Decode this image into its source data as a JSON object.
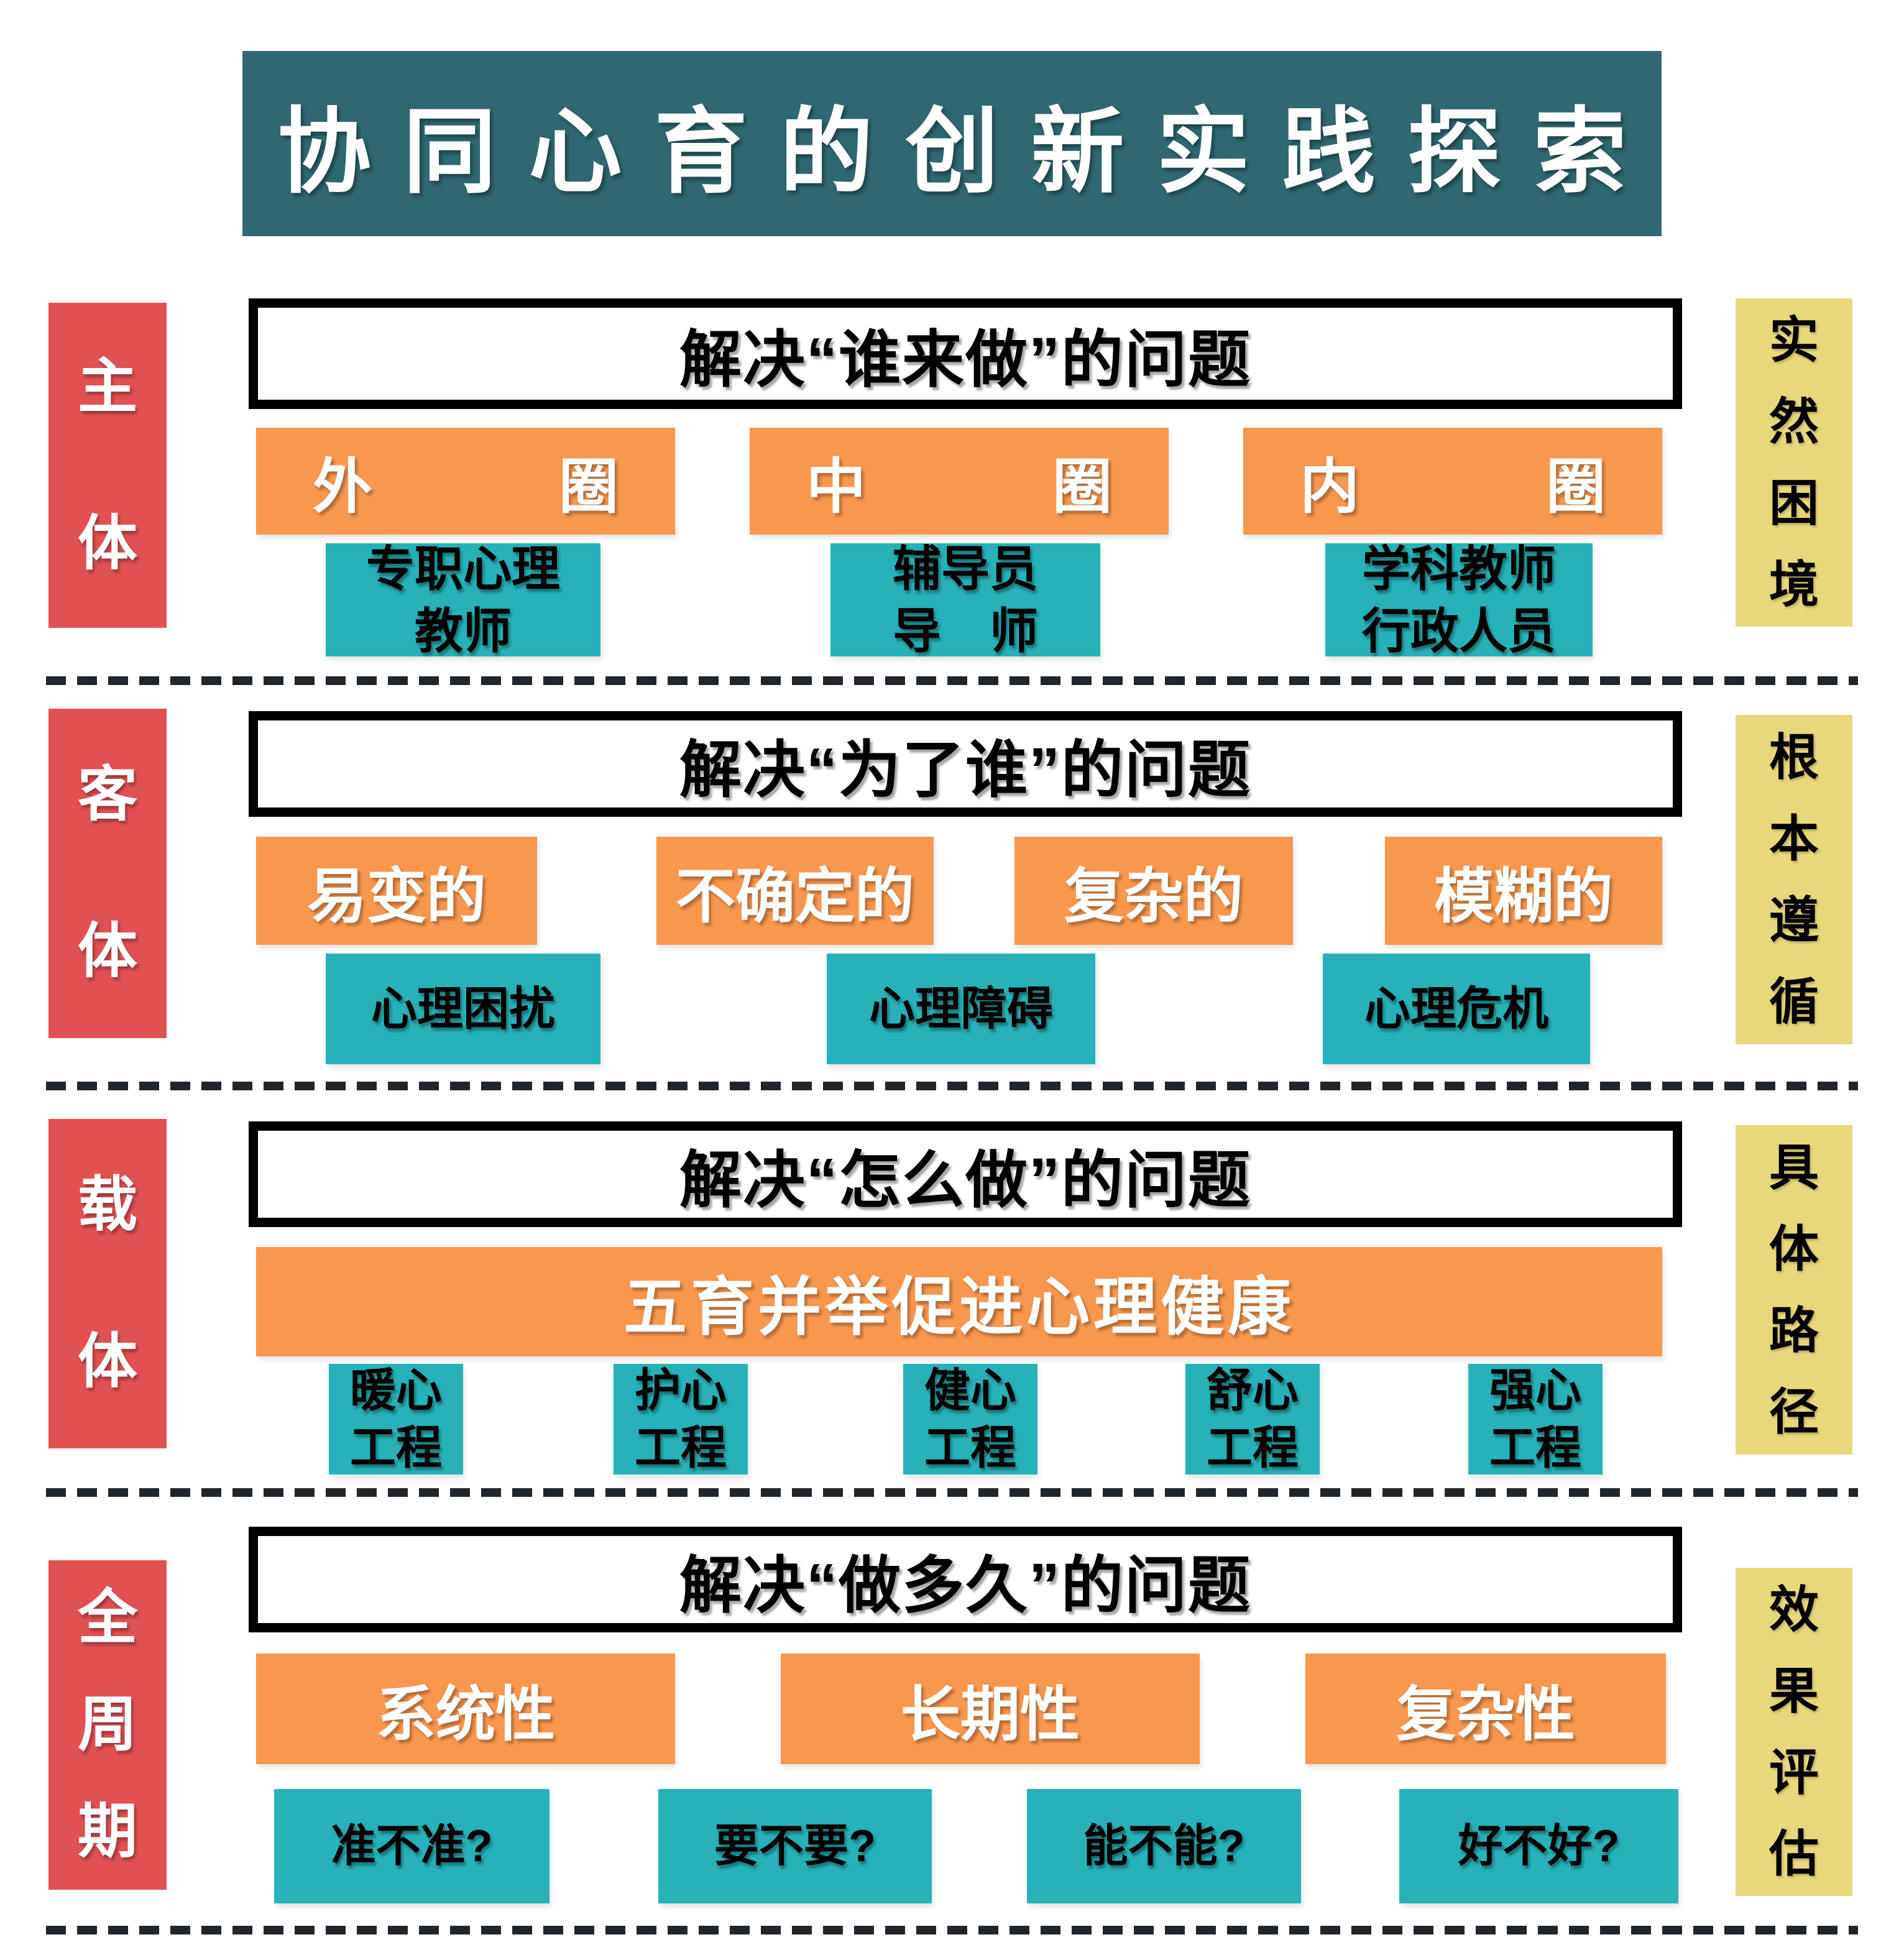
{
  "title": "协同心育的创新实践探索",
  "colors": {
    "title_bg": "#2F6870",
    "row_label_bg": "#E15152",
    "category_bg": "#F8974E",
    "item_bg": "#26B2B8",
    "side_label_bg": "#E8D87C",
    "border_black": "#000000"
  },
  "rows": [
    {
      "left_label": "主体",
      "question": "解决“谁来做”的问题",
      "right_label": "实然困境",
      "categories": [
        "外圈",
        "中圈",
        "内圈"
      ],
      "items": [
        [
          "专职心理",
          "教师"
        ],
        [
          "辅导员",
          "导　师"
        ],
        [
          "学科教师",
          "行政人员"
        ]
      ]
    },
    {
      "left_label": "客体",
      "question": "解决“为了谁”的问题",
      "right_label": "根本遵循",
      "categories": [
        "易变的",
        "不确定的",
        "复杂的",
        "模糊的"
      ],
      "items": [
        "心理困扰",
        "心理障碍",
        "心理危机"
      ]
    },
    {
      "left_label": "载体",
      "question": "解决“怎么做”的问题",
      "right_label": "具体路径",
      "categories": [
        "五育并举促进心理健康"
      ],
      "items": [
        [
          "暖心",
          "工程"
        ],
        [
          "护心",
          "工程"
        ],
        [
          "健心",
          "工程"
        ],
        [
          "舒心",
          "工程"
        ],
        [
          "强心",
          "工程"
        ]
      ]
    },
    {
      "left_label": "全周期",
      "question": "解决“做多久”的问题",
      "right_label": "效果评估",
      "categories": [
        "系统性",
        "长期性",
        "复杂性"
      ],
      "items": [
        "准不准?",
        "要不要?",
        "能不能?",
        "好不好?"
      ]
    }
  ]
}
